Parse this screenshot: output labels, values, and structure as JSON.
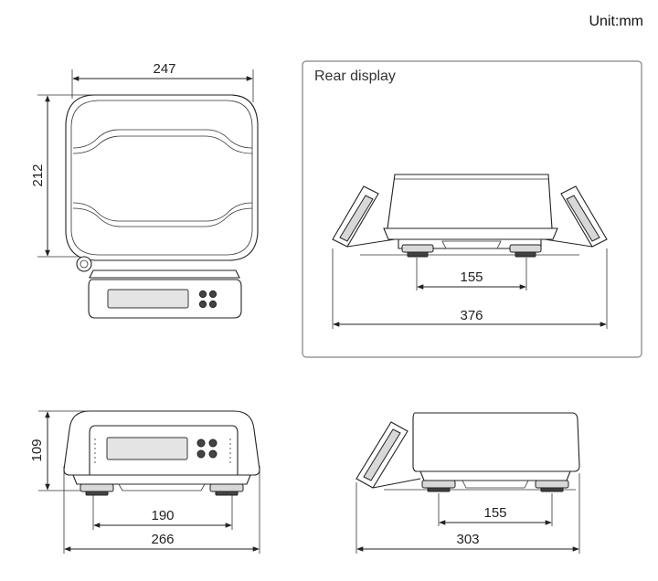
{
  "unit_label": "Unit:mm",
  "rear_panel": {
    "title": "Rear display"
  },
  "dimensions": {
    "top_width": "247",
    "top_depth": "212",
    "rear_feet": "155",
    "rear_total": "376",
    "front_height": "109",
    "front_feet": "190",
    "front_width": "266",
    "side_feet": "155",
    "side_depth": "303"
  }
}
